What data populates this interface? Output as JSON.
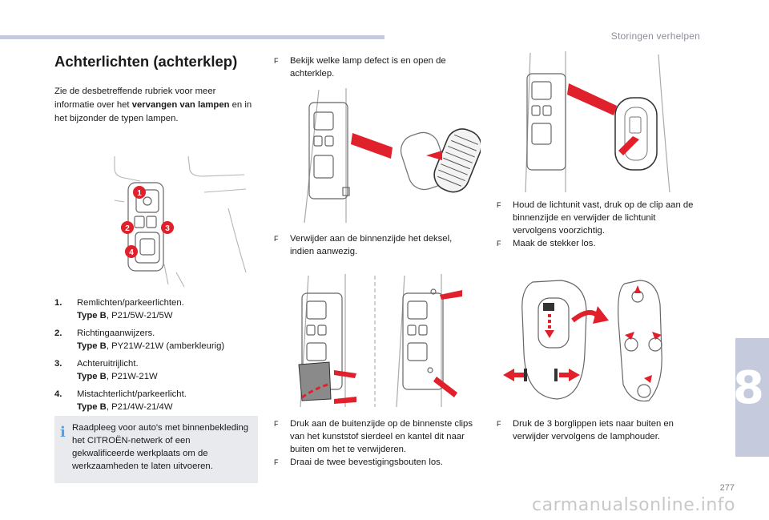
{
  "header": {
    "section_title": "Storingen verhelpen",
    "page_number": "277",
    "chapter": "8"
  },
  "watermark": "carmanualsonline.info",
  "title": "Achterlichten (achterklep)",
  "intro": {
    "before": "Zie de desbetreffende rubriek voor meer informatie over het ",
    "bold": "vervangen van lampen",
    "after": " en in het bijzonder de typen lampen."
  },
  "callouts": [
    "1",
    "2",
    "3",
    "4"
  ],
  "lamps": [
    {
      "num": "1.",
      "name": "Remlichten/parkeerlichten.",
      "type_label": "Type B",
      "type_value": ", P21/5W-21/5W"
    },
    {
      "num": "2.",
      "name": "Richtingaanwijzers.",
      "type_label": "Type B",
      "type_value": ", PY21W-21W (amberkleurig)"
    },
    {
      "num": "3.",
      "name": "Achteruitrijlicht.",
      "type_label": "Type B",
      "type_value": ", P21W-21W"
    },
    {
      "num": "4.",
      "name": "Mistachterlicht/parkeerlicht.",
      "type_label": "Type B",
      "type_value": ", P21/4W-21/4W"
    }
  ],
  "note": {
    "icon": "i",
    "text": "Raadpleeg voor auto's met binnenbekleding het CITROËN-netwerk of een gekwalificeerde werkplaats om de werkzaamheden te laten uitvoeren."
  },
  "steps": {
    "s1": "Bekijk welke lamp defect is en open de achterklep.",
    "s2": "Verwijder aan de binnenzijde het deksel, indien aanwezig.",
    "s3": "Druk aan de buitenzijde op de binnenste clips van het kunststof sierdeel en kantel dit naar buiten om het te verwijderen.",
    "s4": "Draai de twee bevestigingsbouten los.",
    "s5": "Houd de lichtunit vast, druk op de clip aan de binnenzijde en verwijder de lichtunit vervolgens voorzichtig.",
    "s6": "Maak de stekker los.",
    "s7": "Druk de 3 borglippen iets naar buiten en verwijder vervolgens de lamphouder."
  },
  "bullet_glyph": "F",
  "colors": {
    "accent": "#e0202a",
    "tab": "#c5cbdc",
    "note_bg": "#e8eaee",
    "line": "#b0b0b0"
  }
}
